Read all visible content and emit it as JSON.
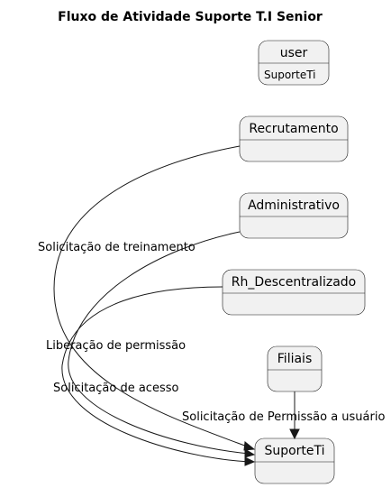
{
  "title": "Fluxo de Atividade Suporte T.I Senior",
  "states": {
    "user": {
      "name": "user",
      "description": "SuporteTi"
    },
    "recrutamento": {
      "name": "Recrutamento"
    },
    "administrativo": {
      "name": "Administrativo"
    },
    "rh_descentralizado": {
      "name": "Rh_Descentralizado"
    },
    "filiais": {
      "name": "Filiais"
    },
    "suporteti": {
      "name": "SuporteTi"
    }
  },
  "transitions": [
    {
      "from": "Recrutamento",
      "to": "SuporteTi",
      "label": "Solicitação de treinamento"
    },
    {
      "from": "Administrativo",
      "to": "SuporteTi",
      "label": "Liberação de permissão"
    },
    {
      "from": "Rh_Descentralizado",
      "to": "SuporteTi",
      "label": "Solicitação de acesso"
    },
    {
      "from": "Filiais",
      "to": "SuporteTi",
      "label": "Solicitação de Permissão a usuário"
    }
  ]
}
